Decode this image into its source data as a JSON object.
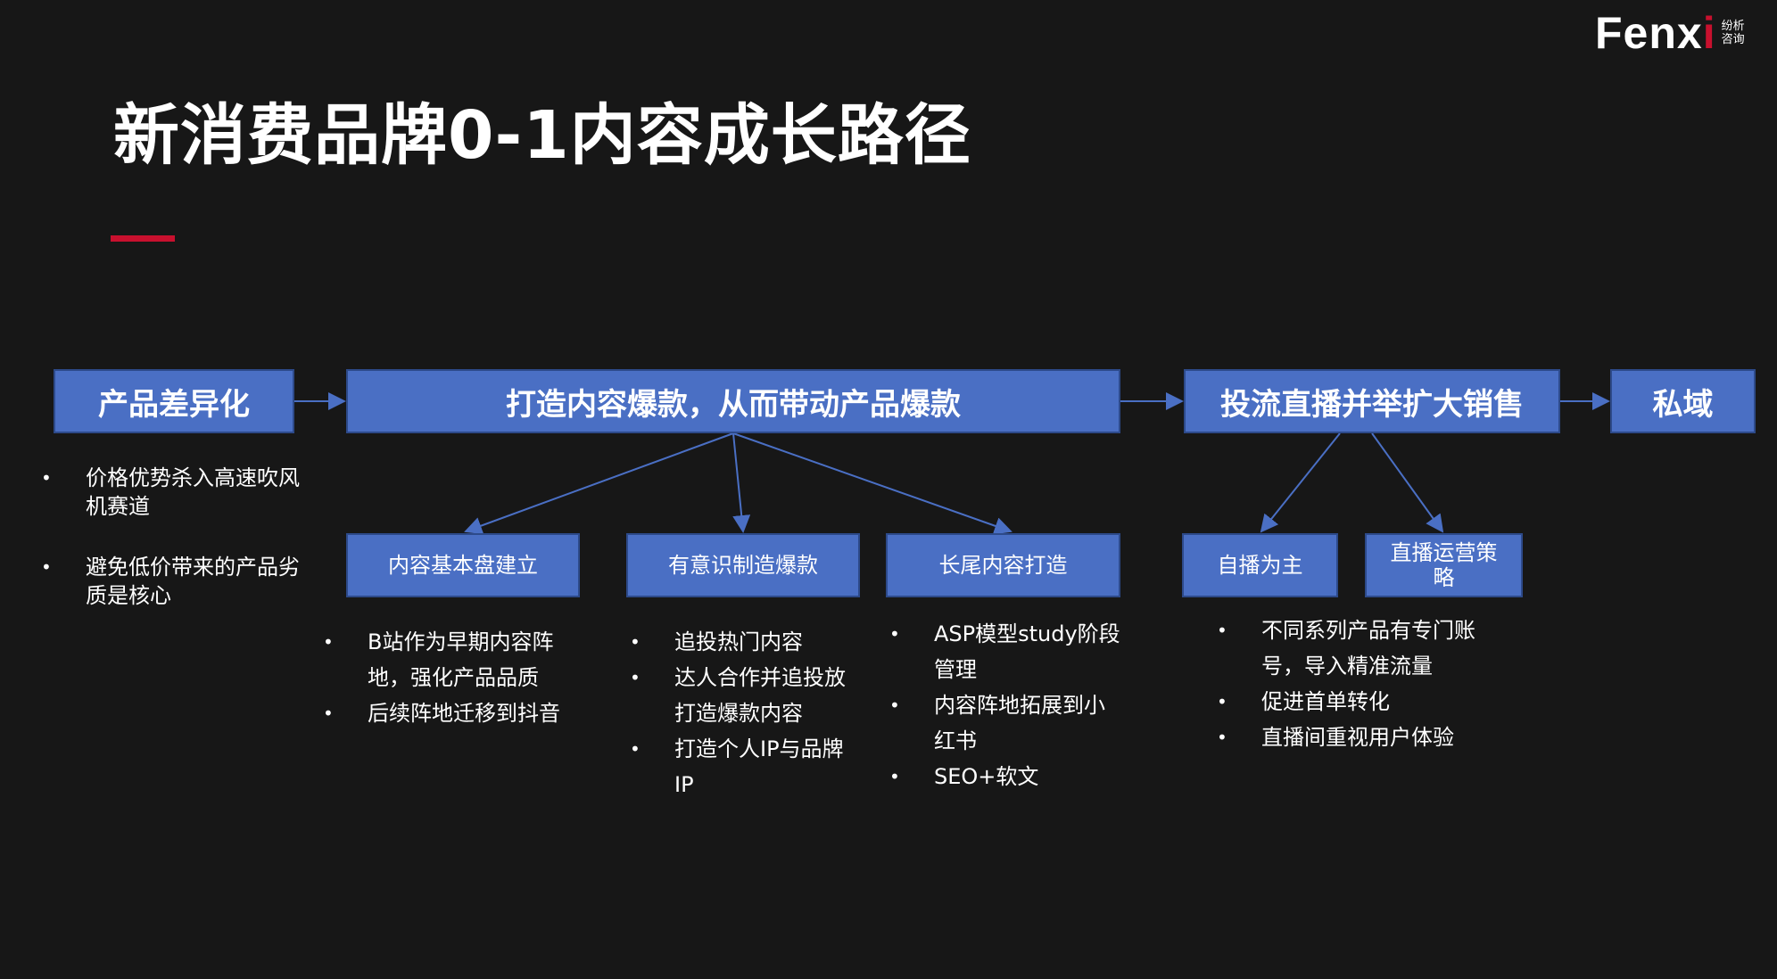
{
  "logo": {
    "word": "Fenx",
    "word_i": "i",
    "cn": "纷析咨询"
  },
  "title": "新消费品牌0-1内容成长路径",
  "stages": [
    {
      "label": "产品差异化",
      "notes": [
        "价格优势杀入高速吹风机赛道",
        "避免低价带来的产品劣质是核心"
      ]
    },
    {
      "label": "打造内容爆款，从而带动产品爆款"
    },
    {
      "label": "投流直播并举扩大销售"
    },
    {
      "label": "私域"
    }
  ],
  "sub_stages": [
    {
      "label": "内容基本盘建立",
      "notes": [
        "B站作为早期内容阵地，强化产品品质",
        "后续阵地迁移到抖音"
      ]
    },
    {
      "label": "有意识制造爆款",
      "notes": [
        "追投热门内容",
        "达人合作并追投放打造爆款内容",
        "打造个人IP与品牌IP"
      ]
    },
    {
      "label": "长尾内容打造",
      "notes": [
        "ASP模型study阶段管理",
        "内容阵地拓展到小红书",
        "SEO+软文"
      ]
    },
    {
      "label": "自播为主",
      "notes": [
        "不同系列产品有专门账号，导入精准流量",
        "促进首单转化",
        "直播间重视用户体验"
      ]
    },
    {
      "label": "直播运营策略"
    }
  ],
  "colors": {
    "box": "#4a6fc4",
    "accent": "#c8102e",
    "arrow": "#4a6fc4",
    "background": "#171717"
  }
}
